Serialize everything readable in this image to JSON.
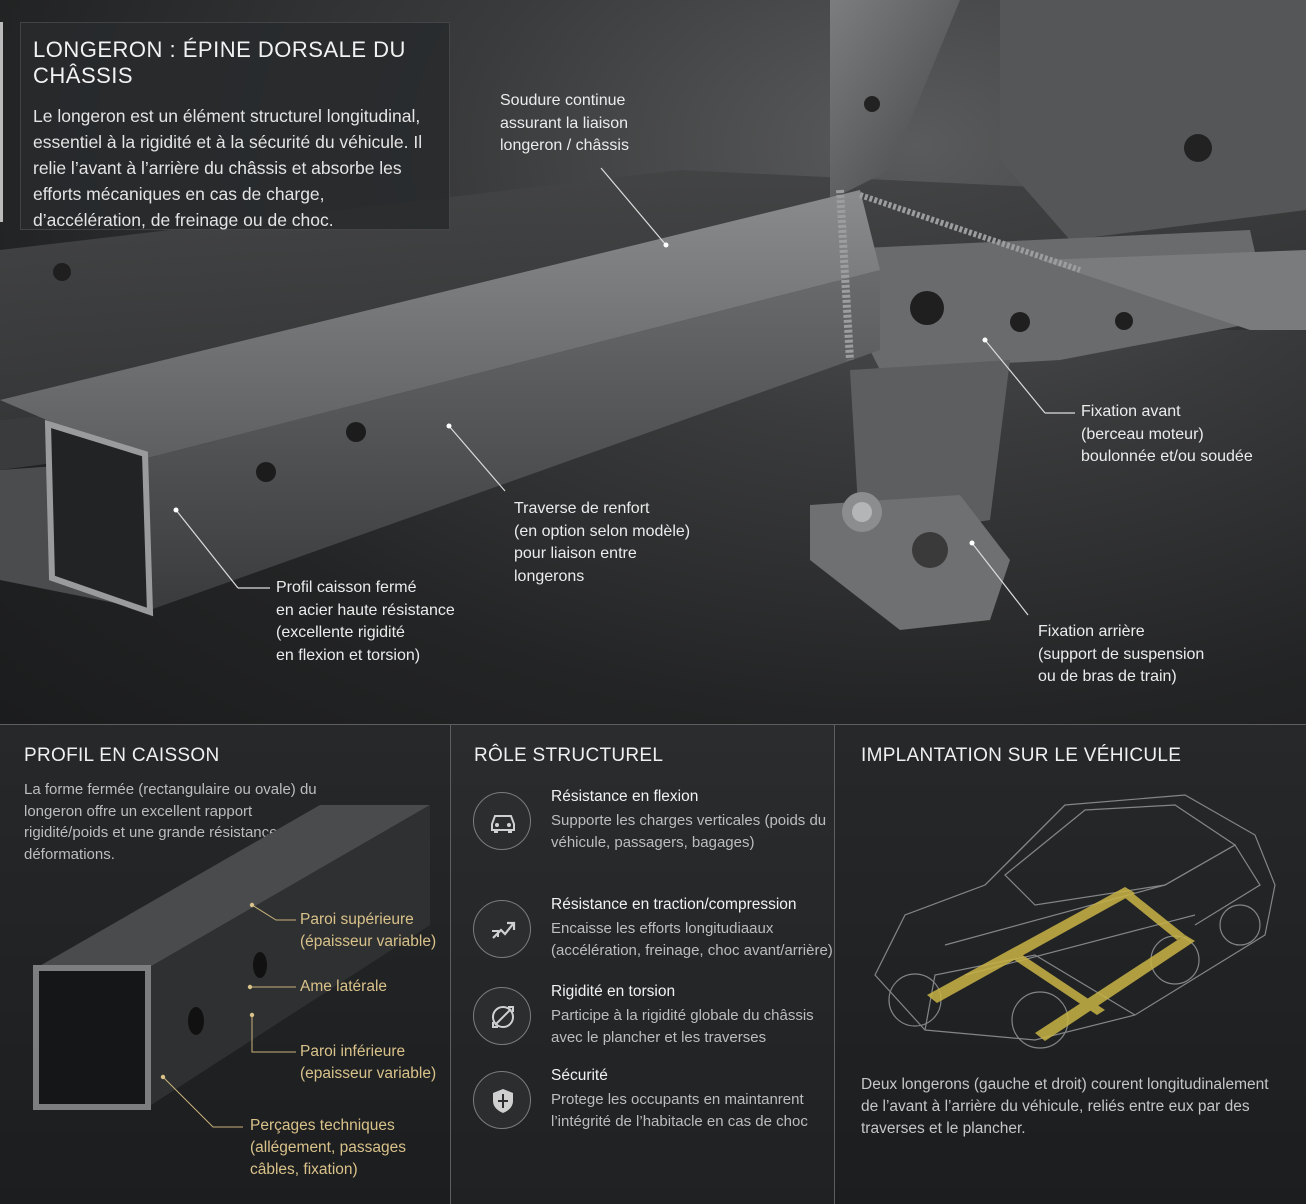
{
  "header": {
    "title": "LONGERON : ÉPINE DORSALE DU CHÂSSIS",
    "intro": "Le longeron est un élément structurel longitudinal, essentiel à la rigidité et à la sécurité du véhicule. Il relie l’avant à l’arrière du châssis et absorbe les efforts mécaniques en cas de charge, d’accélération, de freinage ou de choc."
  },
  "callouts": {
    "soudure": "Soudure continue\nassurant la liaison\nlongeron / châssis",
    "fixation_avant": "Fixation avant\n(berceau moteur)\nboulonnée et/ou soudée",
    "traverse": "Traverse de renfort\n(en option selon modèle)\npour liaison entre\nlongerons",
    "profil": "Profil caisson fermé\nen acier haute résistance\n(excellente rigidité\nen flexion et torsion)",
    "fixation_arriere": "Fixation arrière\n(support de suspension\nou de bras de train)"
  },
  "profil_panel": {
    "title": "PROFIL EN CAISSON",
    "description": "La forme fermée (rectangulaire ou ovale) du longeron offre un excellent rapport rigidité/poids et une grande résistance aux déformations.",
    "labels": {
      "paroi_sup": "Paroi supérieure\n(épaisseur variable)",
      "ame": "Ame latérale",
      "paroi_inf": "Paroi inférieure\n(epaisseur variable)",
      "percages": "Perçages techniques\n(allégement, passages\ncâbles, fixation)"
    }
  },
  "role_panel": {
    "title": "RÔLE STRUCTUREL",
    "items": [
      {
        "icon": "car-icon",
        "title": "Résistance en flexion",
        "text": "Supporte les charges verticales (poids du véhicule, passagers, bagages)"
      },
      {
        "icon": "compression-arrows-icon",
        "title": "Résistance en traction/compression",
        "text": "Encaisse les efforts longitudiaaux (accélération, freinage, choc avant/arrière)"
      },
      {
        "icon": "torsion-icon",
        "title": "Rigidité en torsion",
        "text": "Participe à la rigidité globale du châssis avec le plancher et les traverses"
      },
      {
        "icon": "shield-icon",
        "title": "Sécurité",
        "text": "Protege les occupants en maintanrent l’intégrité de l’habitacle en cas de choc"
      }
    ]
  },
  "implantation_panel": {
    "title": "IMPLANTATION SUR LE VÉHICULE",
    "description": "Deux longerons (gauche et droit) courent longitudinalement de l’avant à l’arrière du véhicule, reliés entre eux par des traverses et le plancher."
  },
  "colors": {
    "accent_gold": "#d9c28a",
    "longeron_yellow": "#c9b445",
    "background": "#1d1f21"
  }
}
